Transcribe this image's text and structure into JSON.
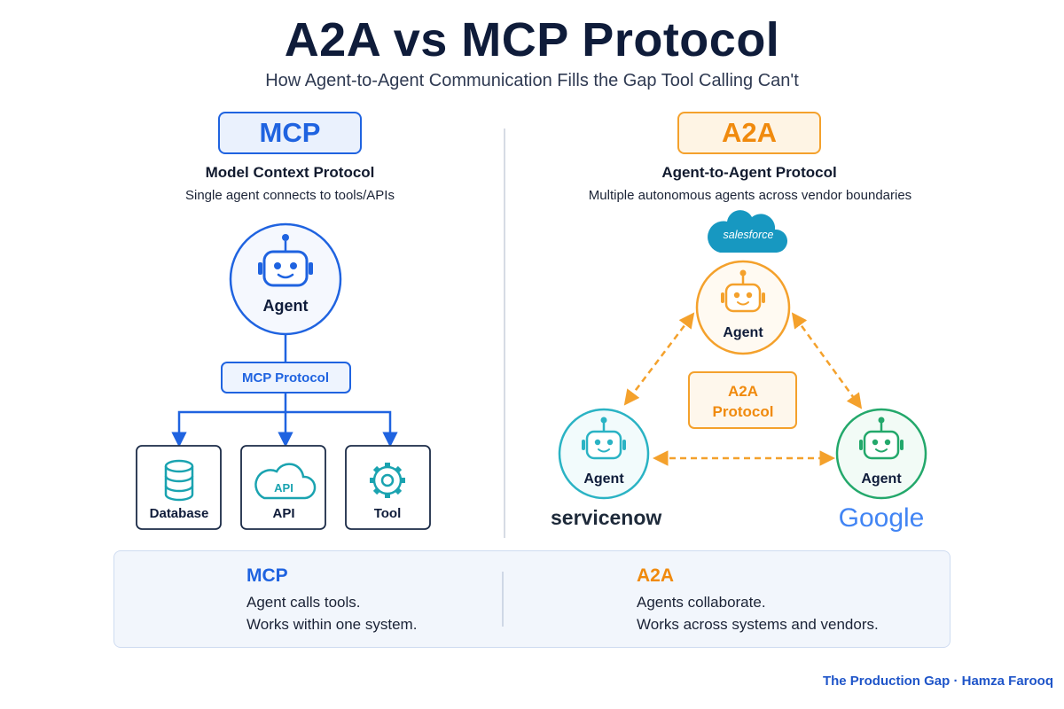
{
  "header": {
    "title": "A2A vs MCP Protocol",
    "subtitle": "How Agent-to-Agent Communication Fills the Gap Tool Calling Can't"
  },
  "mcp": {
    "badge": "MCP",
    "name": "Model Context Protocol",
    "description": "Single agent connects to tools/APIs",
    "agent_label": "Agent",
    "protocol_label": "MCP Protocol",
    "targets": [
      {
        "label": "Database",
        "icon": "database-icon"
      },
      {
        "label": "API",
        "icon": "api-cloud-icon",
        "icon_text": "API"
      },
      {
        "label": "Tool",
        "icon": "gear-icon"
      }
    ]
  },
  "a2a": {
    "badge": "A2A",
    "name": "Agent-to-Agent Protocol",
    "description": "Multiple autonomous agents across vendor boundaries",
    "protocol_label_line1": "A2A",
    "protocol_label_line2": "Protocol",
    "agents": [
      {
        "label": "Agent",
        "vendor": "salesforce",
        "color": "#f4a12c"
      },
      {
        "label": "Agent",
        "vendor": "servicenow",
        "color": "#2ab3c4"
      },
      {
        "label": "Agent",
        "vendor": "Google",
        "color": "#23a86b"
      }
    ]
  },
  "summary": {
    "mcp_title": "MCP",
    "mcp_line1": "Agent calls tools.",
    "mcp_line2": "Works within one system.",
    "a2a_title": "A2A",
    "a2a_line1": "Agents collaborate.",
    "a2a_line2": "Works across systems and vendors."
  },
  "footer": "The Production Gap · Hamza Farooq",
  "colors": {
    "mcp_blue": "#1f63e0",
    "a2a_orange": "#f4a12c",
    "teal": "#2ab3c4",
    "green": "#23a86b"
  }
}
